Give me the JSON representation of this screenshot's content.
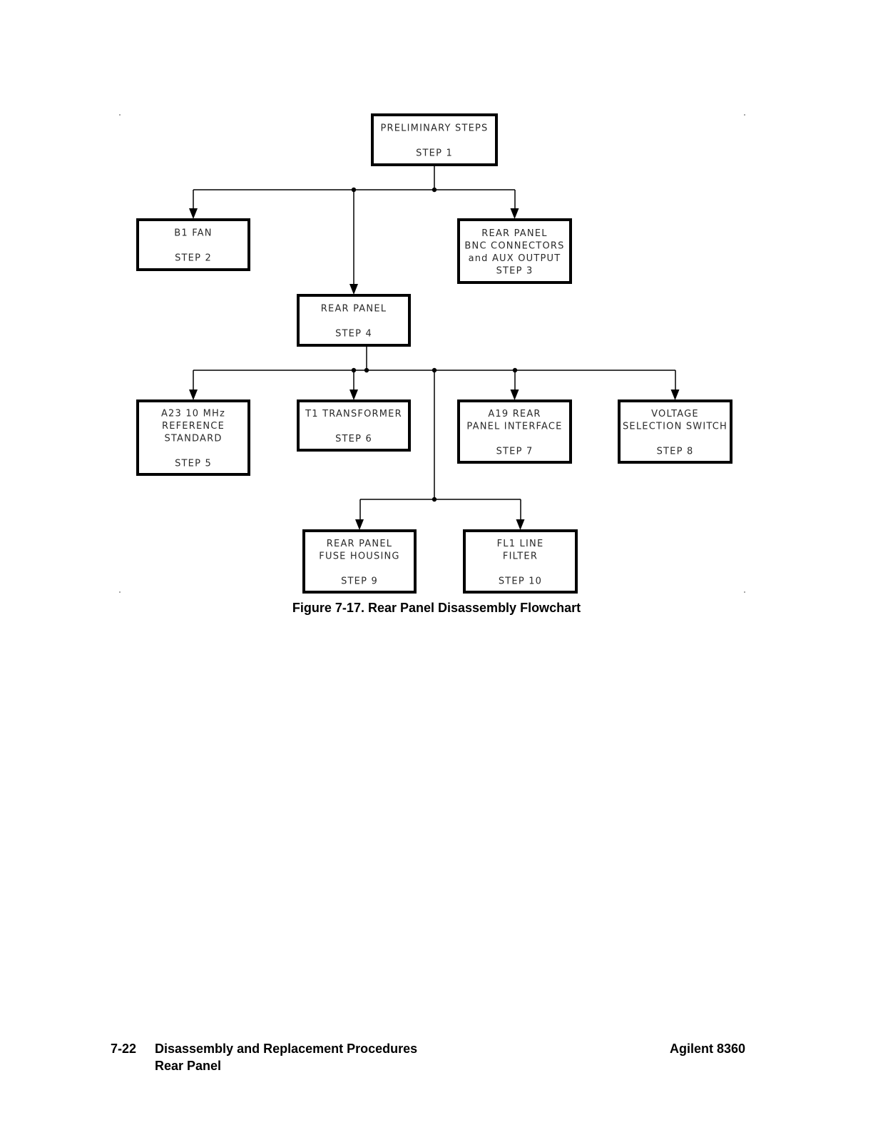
{
  "diagram": {
    "nodes": [
      {
        "id": "step1",
        "lines": [
          "PRELIMINARY  STEPS",
          "",
          "STEP  1"
        ]
      },
      {
        "id": "step2",
        "lines": [
          "B1  FAN",
          "",
          "STEP  2"
        ]
      },
      {
        "id": "step3",
        "lines": [
          "REAR  PANEL",
          "BNC  CONNECTORS",
          "and  AUX  OUTPUT",
          "STEP  3"
        ]
      },
      {
        "id": "step4",
        "lines": [
          "REAR  PANEL",
          "",
          "STEP  4"
        ]
      },
      {
        "id": "step5",
        "lines": [
          "A23  10  MHz",
          "REFERENCE",
          "STANDARD",
          "",
          "STEP  5"
        ]
      },
      {
        "id": "step6",
        "lines": [
          "T1  TRANSFORMER",
          "",
          "STEP  6"
        ]
      },
      {
        "id": "step7",
        "lines": [
          "A19  REAR",
          "PANEL  INTERFACE",
          "",
          "STEP  7"
        ]
      },
      {
        "id": "step8",
        "lines": [
          "VOLTAGE",
          "SELECTION  SWITCH",
          "",
          "STEP  8"
        ]
      },
      {
        "id": "step9",
        "lines": [
          "REAR  PANEL",
          "FUSE  HOUSING",
          "",
          "STEP  9"
        ]
      },
      {
        "id": "step10",
        "lines": [
          "FL1  LINE",
          "FILTER",
          "",
          "STEP  10"
        ]
      }
    ],
    "edges": [
      {
        "from": "step1",
        "to": "step2"
      },
      {
        "from": "step1",
        "to": "step3"
      },
      {
        "from": "step1",
        "to": "step4"
      },
      {
        "from": "step4",
        "to": "step5"
      },
      {
        "from": "step4",
        "to": "step6"
      },
      {
        "from": "step4",
        "to": "step7"
      },
      {
        "from": "step4",
        "to": "step8"
      },
      {
        "from": "step4",
        "to": "step9"
      },
      {
        "from": "step4",
        "to": "step10"
      }
    ]
  },
  "caption": "Figure 7-17. Rear Panel Disassembly Flowchart",
  "footer": {
    "page_number": "7-22",
    "section": "Disassembly and Replacement Procedures",
    "subsection": "Rear Panel",
    "product": "Agilent 8360"
  }
}
